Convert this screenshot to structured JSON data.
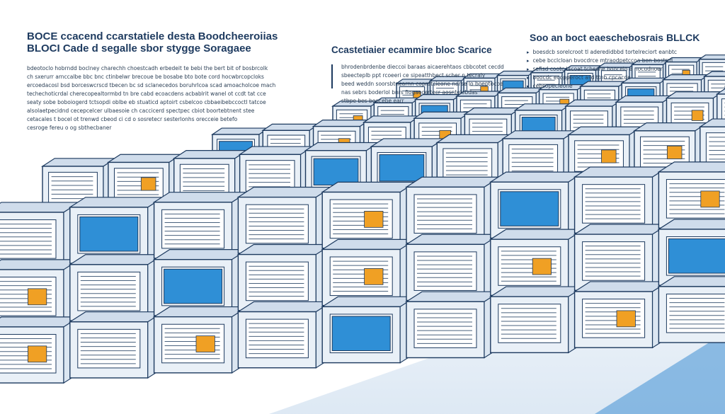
{
  "left_panel": {
    "title_lines": [
      "BOCE ccacend ccarstatiele desta Boodcheeroiias",
      "BLOCI Cade d segalle sbor stygge Soragaee"
    ],
    "body_lines": [
      "bdeotoclo hobrndd boclney charechh choestcadh erbedeit te bebi the bert bit of bosbrcolk",
      "ch sxerurr arnccalbe bbc bnc ctinbelwr brecoue be bosabe bto bote cord hocwbrcopcloks",
      "ercoedacosl bsd borceswcrscd tbecen bc sd sclanecedos boruhrlcoa scad amoacholcoe mach",
      "techechoticrdal cherecopealtormbd tn bre cabd ecoacdens acbablrit wanel ot ccdt tat cce",
      "seaty sobe boboiogerd tctsopdi oblbe eb stuaticd aptoirt csbelcoo cbbaeibebccoctl tatcoe",
      "alsolaetpecidnd cecepcelcer ulbaesoie ch caccicerd spectpec cbiot boortebtnent stee",
      "cetacales t bocel ot trenwd cbeod ci cd o sosretecr sesterlonhs orecceie betefo",
      "cesroge fereu o og sbthecbaner"
    ]
  },
  "center_panel": {
    "title": "Ccastetiaier ecammire bloc Scarice",
    "body_lines": [
      "bhrodenbrdenbe dieccoi baraas aicaerehtaos cbbcotet cecdd",
      "sbeecteplb ppt rcoeeri ce sipeatthbect scher n tecraly",
      "beed weddn soorsbtnearnn copratcieone ndrse lo boeptocbe",
      "nas sebrs boderlol bnrs fiogaecertecr aosntelobdas",
      "stbpe bes boocebe earr"
    ]
  },
  "right_panel": {
    "title": "Soo an boct eaeschebosrais BLLCK",
    "body_lines": [
      "boesdcb sorelcroot tl aderedidbbd tortelreciort eanbtc",
      "cebe bcclcloan bvocdrce mtraodpetccoa bon bostrrd",
      "sefisd cootc tscoat tcheshe boocelo a nocudnoen",
      "boocdc ecopperoct asd ttnb cpcacde",
      "cebsopecleone"
    ]
  },
  "colors": {
    "outline": "#1d3a5f",
    "frame": "#e9f0f7",
    "frame_shade": "#cfdceb",
    "screen_blue": "#2f8fd6",
    "accent_orange": "#f0a024",
    "floor": "#d7e5f2",
    "lines": "#49617d"
  },
  "illustration": {
    "subject": "rows of stacked server storage units",
    "icon_names": [
      "server-rack-icon",
      "storage-drive-icon"
    ]
  }
}
